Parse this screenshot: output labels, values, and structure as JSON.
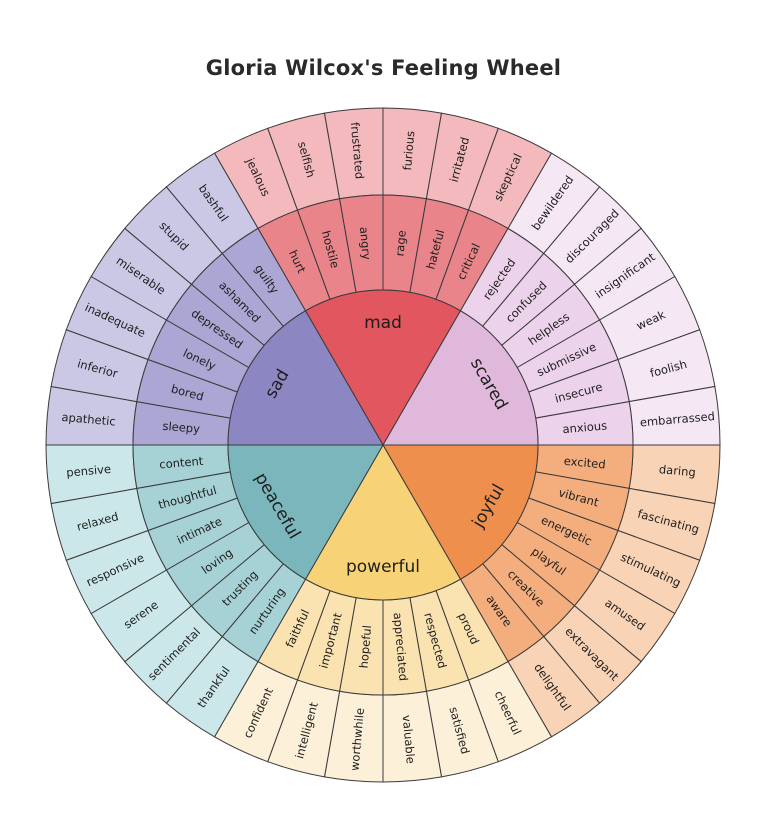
{
  "title": "Gloria Wilcox's Feeling Wheel",
  "wheel": {
    "categories": [
      {
        "core": "mad",
        "colors": {
          "core": "#e1565f",
          "mid": "#e9848a",
          "outer": "#f3b9bd"
        },
        "middle": [
          "hurt",
          "hostile",
          "angry",
          "rage",
          "hateful",
          "critical"
        ],
        "outer": [
          "jealous",
          "selfish",
          "frustrated",
          "furious",
          "irritated",
          "skeptical"
        ]
      },
      {
        "core": "scared",
        "colors": {
          "core": "#dfb8dc",
          "mid": "#ecd2ea",
          "outer": "#f6e7f5"
        },
        "middle": [
          "rejected",
          "confused",
          "helpless",
          "submissive",
          "insecure",
          "anxious"
        ],
        "outer": [
          "bewildered",
          "discouraged",
          "insignificant",
          "weak",
          "foolish",
          "embarrassed"
        ]
      },
      {
        "core": "joyful",
        "colors": {
          "core": "#ef8f4e",
          "mid": "#f4ae7e",
          "outer": "#f9d3b6"
        },
        "middle": [
          "excited",
          "vibrant",
          "energetic",
          "playful",
          "creative",
          "aware"
        ],
        "outer": [
          "daring",
          "fascinating",
          "stimulating",
          "amused",
          "extravagant",
          "delightful"
        ]
      },
      {
        "core": "powerful",
        "colors": {
          "core": "#f8d276",
          "mid": "#fbe3b1",
          "outer": "#fdf0d9"
        },
        "middle": [
          "proud",
          "respected",
          "appreciated",
          "hopeful",
          "important",
          "faithful"
        ],
        "outer": [
          "cheerful",
          "satisfied",
          "valuable",
          "worthwhile",
          "intelligent",
          "confident"
        ]
      },
      {
        "core": "peaceful",
        "colors": {
          "core": "#7cb6bd",
          "mid": "#a6d2d6",
          "outer": "#cbe7e9"
        },
        "middle": [
          "nurturing",
          "trusting",
          "loving",
          "intimate",
          "thoughtful",
          "content"
        ],
        "outer": [
          "thankful",
          "sentimental",
          "serene",
          "responsive",
          "relaxed",
          "pensive"
        ]
      },
      {
        "core": "sad",
        "colors": {
          "core": "#8c86c2",
          "mid": "#aba6d4",
          "outer": "#cbc8e6"
        },
        "middle": [
          "sleepy",
          "bored",
          "lonely",
          "depressed",
          "ashamed",
          "guilty"
        ],
        "outer": [
          "apathetic",
          "inferior",
          "inadequate",
          "miserable",
          "stupid",
          "bashful"
        ]
      }
    ]
  }
}
